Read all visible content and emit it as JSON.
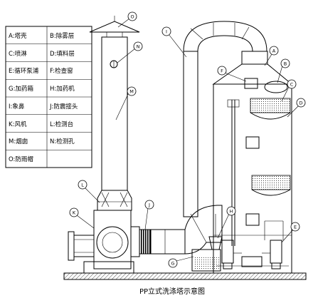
{
  "caption": "PP立式洗涤塔示意图",
  "legend": [
    [
      "A:塔壳",
      "B:除雾层"
    ],
    [
      "C:喷淋",
      "D:填料层"
    ],
    [
      "E:循环泵浦",
      "F:检查窗"
    ],
    [
      "G:加药箱",
      "H:加药机"
    ],
    [
      "I:象鼻",
      "J:防震接头"
    ],
    [
      "K:风机",
      "L:检测台"
    ],
    [
      "M:烟囱",
      "N:检测孔"
    ],
    [
      "O:防雨帽",
      ""
    ]
  ],
  "callouts": {
    "o": "O",
    "n": "N",
    "m": "M",
    "i": "I",
    "a": "A",
    "b": "B",
    "c": "C",
    "d": "D",
    "f": "F",
    "e": "E",
    "g": "G",
    "h": "H",
    "j": "J",
    "k": "K",
    "l": "L"
  },
  "colors": {
    "line": "#000000",
    "hatch": "#000000",
    "background": "#ffffff"
  }
}
